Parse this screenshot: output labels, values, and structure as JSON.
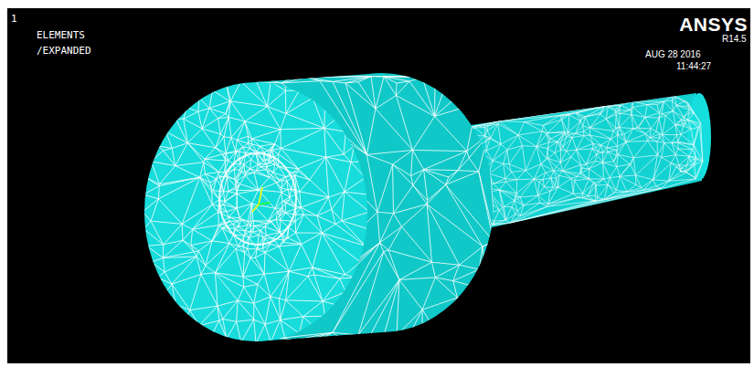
{
  "diagram": {
    "labels": [
      "1",
      "ELEMENTS",
      "/EXPANDED",
      "ANSYS",
      "R14.5",
      "AUG 28 2016",
      "11:44:27"
    ]
  }
}
